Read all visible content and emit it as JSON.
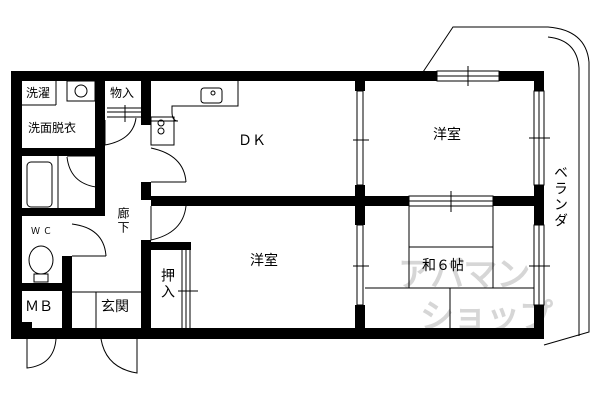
{
  "floor_plan": {
    "rooms": {
      "laundry": "洗濯",
      "storage": "物入",
      "washroom": "洗面脱衣",
      "dk": "ＤＫ",
      "western_room_1": "洋室",
      "western_room_2": "洋室",
      "japanese_room": "和６帖",
      "hallway": "廊下",
      "toilet": "ＷＣ",
      "closet": "押入",
      "meter_box": "ＭＢ",
      "entrance": "玄関",
      "veranda": "ベランダ"
    },
    "watermark": {
      "line1": "アパマン",
      "line2": "ショップ"
    }
  }
}
